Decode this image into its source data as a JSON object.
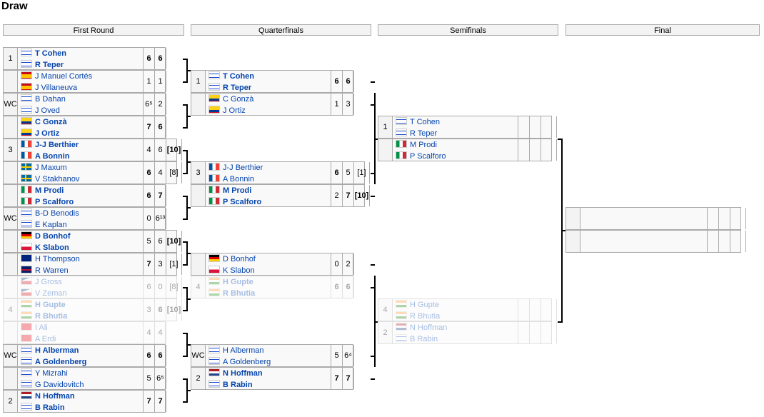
{
  "page_title": "Draw",
  "rounds": [
    "First Round",
    "Quarterfinals",
    "Semifinals",
    "Final"
  ],
  "first_round": [
    {
      "seed": "1",
      "p1": "T Cohen",
      "p2": "R Teper",
      "f1": "israel",
      "f2": "israel",
      "s": [
        "6",
        "6"
      ],
      "sb": [
        1,
        1
      ],
      "win": 1
    },
    {
      "seed": "",
      "p1": "J Manuel Cortés",
      "p2": "J Villaneuva",
      "f1": "spain",
      "f2": "spain",
      "s": [
        "1",
        "1"
      ],
      "sb": [
        0,
        0
      ],
      "win": 0
    },
    {
      "seed": "WC",
      "p1": "B Dahan",
      "p2": "J Oved",
      "f1": "israel",
      "f2": "israel",
      "s": [
        "6⁵",
        "2"
      ],
      "sb": [
        0,
        0
      ],
      "win": 0
    },
    {
      "seed": "",
      "p1": "C Gonzà",
      "p2": "J Ortiz",
      "f1": "colombia",
      "f2": "colombia",
      "s": [
        "7",
        "6"
      ],
      "sb": [
        1,
        1
      ],
      "win": 1
    },
    {
      "seed": "3",
      "p1": "J-J Berthier",
      "p2": "A Bonnin",
      "f1": "france",
      "f2": "france",
      "s": [
        "4",
        "6",
        "[10]"
      ],
      "sb": [
        0,
        0,
        1
      ],
      "win": 1
    },
    {
      "seed": "",
      "p1": "J Maxum",
      "p2": "V Stakhanov",
      "f1": "sweden",
      "f2": "sweden",
      "s": [
        "6",
        "4",
        "[8]"
      ],
      "sb": [
        1,
        0,
        0
      ],
      "win": 0
    },
    {
      "seed": "",
      "p1": "M Prodi",
      "p2": "P Scalforo",
      "f1": "italy",
      "f2": "italy",
      "s": [
        "6",
        "7"
      ],
      "sb": [
        1,
        1
      ],
      "win": 1
    },
    {
      "seed": "WC",
      "p1": "B-D Benodis",
      "p2": "E Kaplan",
      "f1": "israel",
      "f2": "israel",
      "s": [
        "0",
        "6¹³"
      ],
      "sb": [
        0,
        0
      ],
      "win": 0
    },
    {
      "seed": "",
      "p1": "D Bonhof",
      "p2": "K Slabon",
      "f1": "germany",
      "f2": "poland",
      "s": [
        "5",
        "6",
        "[10]"
      ],
      "sb": [
        0,
        0,
        1
      ],
      "win": 1
    },
    {
      "seed": "",
      "p1": "H Thompson",
      "p2": "R Warren",
      "f1": "australia",
      "f2": "uk",
      "s": [
        "7",
        "3",
        "[1]"
      ],
      "sb": [
        1,
        0,
        0
      ],
      "win": 0
    },
    {
      "seed": "",
      "p1": "J Gross",
      "p2": "V Zeman",
      "f1": "czech",
      "f2": "czech",
      "s": [
        "6",
        "0",
        "[8]"
      ],
      "sb": [
        0,
        0,
        0
      ],
      "win": 0
    },
    {
      "seed": "4",
      "p1": "H Gupte",
      "p2": "R Bhutia",
      "f1": "india",
      "f2": "india",
      "s": [
        "3",
        "6",
        "[10]"
      ],
      "sb": [
        0,
        1,
        1
      ],
      "win": 1
    },
    {
      "seed": "",
      "p1": "I Ali",
      "p2": "A Erdi",
      "f1": "turkey",
      "f2": "turkey",
      "s": [
        "4",
        "4"
      ],
      "sb": [
        0,
        0
      ],
      "win": 0
    },
    {
      "seed": "WC",
      "p1": "H Alberman",
      "p2": "A Goldenberg",
      "f1": "israel",
      "f2": "israel",
      "s": [
        "6",
        "6"
      ],
      "sb": [
        1,
        1
      ],
      "win": 1
    },
    {
      "seed": "",
      "p1": "Y Mizrahi",
      "p2": "G Davidovitch",
      "f1": "israel",
      "f2": "israel",
      "s": [
        "5",
        "6⁵"
      ],
      "sb": [
        0,
        0
      ],
      "win": 0
    },
    {
      "seed": "2",
      "p1": "N Hoffman",
      "p2": "B Rabin",
      "f1": "netherlands",
      "f2": "israel",
      "s": [
        "7",
        "7"
      ],
      "sb": [
        1,
        1
      ],
      "win": 1
    }
  ],
  "quarterfinals": [
    {
      "seed": "1",
      "p1": "T Cohen",
      "p2": "R Teper",
      "f1": "israel",
      "f2": "israel",
      "s": [
        "6",
        "6"
      ],
      "sb": [
        1,
        1
      ],
      "win": 1
    },
    {
      "seed": "",
      "p1": "C Gonzà",
      "p2": "J Ortiz",
      "f1": "colombia",
      "f2": "colombia",
      "s": [
        "1",
        "3"
      ],
      "sb": [
        0,
        0
      ],
      "win": 0
    },
    {
      "seed": "3",
      "p1": "J-J Berthier",
      "p2": "A Bonnin",
      "f1": "france",
      "f2": "france",
      "s": [
        "6",
        "5",
        "[1]"
      ],
      "sb": [
        1,
        0,
        0
      ],
      "win": 0
    },
    {
      "seed": "",
      "p1": "M Prodi",
      "p2": "P Scalforo",
      "f1": "italy",
      "f2": "italy",
      "s": [
        "2",
        "7",
        "[10]"
      ],
      "sb": [
        0,
        1,
        1
      ],
      "win": 1
    },
    {
      "seed": "",
      "p1": "D Bonhof",
      "p2": "K Slabon",
      "f1": "germany",
      "f2": "poland",
      "s": [
        "0",
        "2"
      ],
      "sb": [
        0,
        0
      ],
      "win": 0
    },
    {
      "seed": "4",
      "p1": "H Gupte",
      "p2": "R Bhutia",
      "f1": "india",
      "f2": "india",
      "s": [
        "6",
        "6"
      ],
      "sb": [
        1,
        1
      ],
      "win": 1
    },
    {
      "seed": "WC",
      "p1": "H Alberman",
      "p2": "A Goldenberg",
      "f1": "israel",
      "f2": "israel",
      "s": [
        "5",
        "6⁴"
      ],
      "sb": [
        0,
        0
      ],
      "win": 0
    },
    {
      "seed": "2",
      "p1": "N Hoffman",
      "p2": "B Rabin",
      "f1": "netherlands",
      "f2": "israel",
      "s": [
        "7",
        "7"
      ],
      "sb": [
        1,
        1
      ],
      "win": 1
    }
  ],
  "semifinals": [
    {
      "seed": "1",
      "p1": "T Cohen",
      "p2": "R Teper",
      "f1": "israel",
      "f2": "israel",
      "s": [
        "",
        "",
        ""
      ],
      "sb": [
        0,
        0,
        0
      ],
      "win": 0
    },
    {
      "seed": "",
      "p1": "M Prodi",
      "p2": "P Scalforo",
      "f1": "italy",
      "f2": "italy",
      "s": [
        "",
        "",
        ""
      ],
      "sb": [
        0,
        0,
        0
      ],
      "win": 0
    },
    {
      "seed": "4",
      "p1": "H Gupte",
      "p2": "R Bhutia",
      "f1": "india",
      "f2": "india",
      "s": [
        "",
        "",
        ""
      ],
      "sb": [
        0,
        0,
        0
      ],
      "win": 0
    },
    {
      "seed": "2",
      "p1": "N Hoffman",
      "p2": "B Rabin",
      "f1": "netherlands",
      "f2": "israel",
      "s": [
        "",
        "",
        ""
      ],
      "sb": [
        0,
        0,
        0
      ],
      "win": 0
    }
  ],
  "final": [
    {
      "seed": "",
      "p1": "",
      "p2": "",
      "f1": "",
      "f2": "",
      "s": [
        "",
        "",
        ""
      ],
      "sb": [
        0,
        0,
        0
      ],
      "win": 0
    },
    {
      "seed": "",
      "p1": "",
      "p2": "",
      "f1": "",
      "f2": "",
      "s": [
        "",
        "",
        ""
      ],
      "sb": [
        0,
        0,
        0
      ],
      "win": 0
    }
  ],
  "colors": {
    "link": "#0645ad",
    "border": "#aaaaaa",
    "header_bg": "#f3f3f3",
    "row_bg": "#f9f9f9"
  }
}
